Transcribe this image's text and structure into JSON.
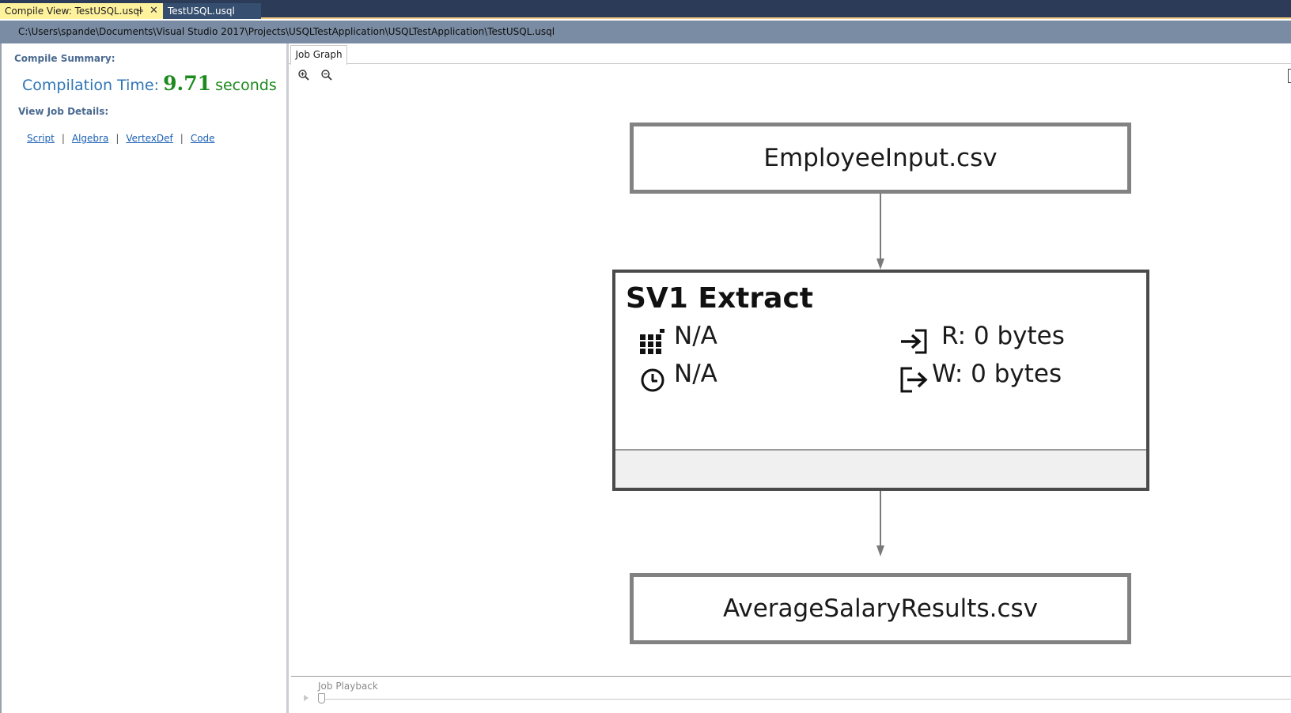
{
  "tabs": {
    "active_label": "Compile View:  TestUSQL.usql",
    "pin_glyph": "⊸",
    "close_glyph": "✕",
    "inactive_label": "TestUSQL.usql"
  },
  "path": "C:\\Users\\spande\\Documents\\Visual Studio 2017\\Projects\\USQLTestApplication\\USQLTestApplication\\TestUSQL.usql",
  "summary": {
    "heading": "Compile Summary:",
    "compile_label": "Compilation Time:",
    "compile_value": "9.71",
    "compile_unit": "seconds",
    "details_heading": "View Job Details:",
    "links": [
      "Script",
      "Algebra",
      "VertexDef",
      "Code"
    ],
    "separator": "|"
  },
  "graph": {
    "tab_label": "Job Graph",
    "input_node": "EmployeeInput.csv",
    "stage": {
      "title": "SV1 Extract",
      "vertices": "N/A",
      "time": "N/A",
      "read": "R: 0 bytes",
      "write": "W: 0 bytes"
    },
    "output_node": "AverageSalaryResults.csv",
    "playback_label": "Job Playback"
  },
  "icons": {
    "zoom_in": "zoom-in-icon",
    "zoom_out": "zoom-out-icon",
    "vertices": "grid-icon",
    "time": "clock-icon",
    "read": "read-arrow-icon",
    "write": "write-arrow-icon"
  },
  "colors": {
    "tab_active": "#fff29d",
    "compile_label": "#2e75b6",
    "compile_value": "#1c8a1c",
    "link": "#1a5fb4"
  }
}
